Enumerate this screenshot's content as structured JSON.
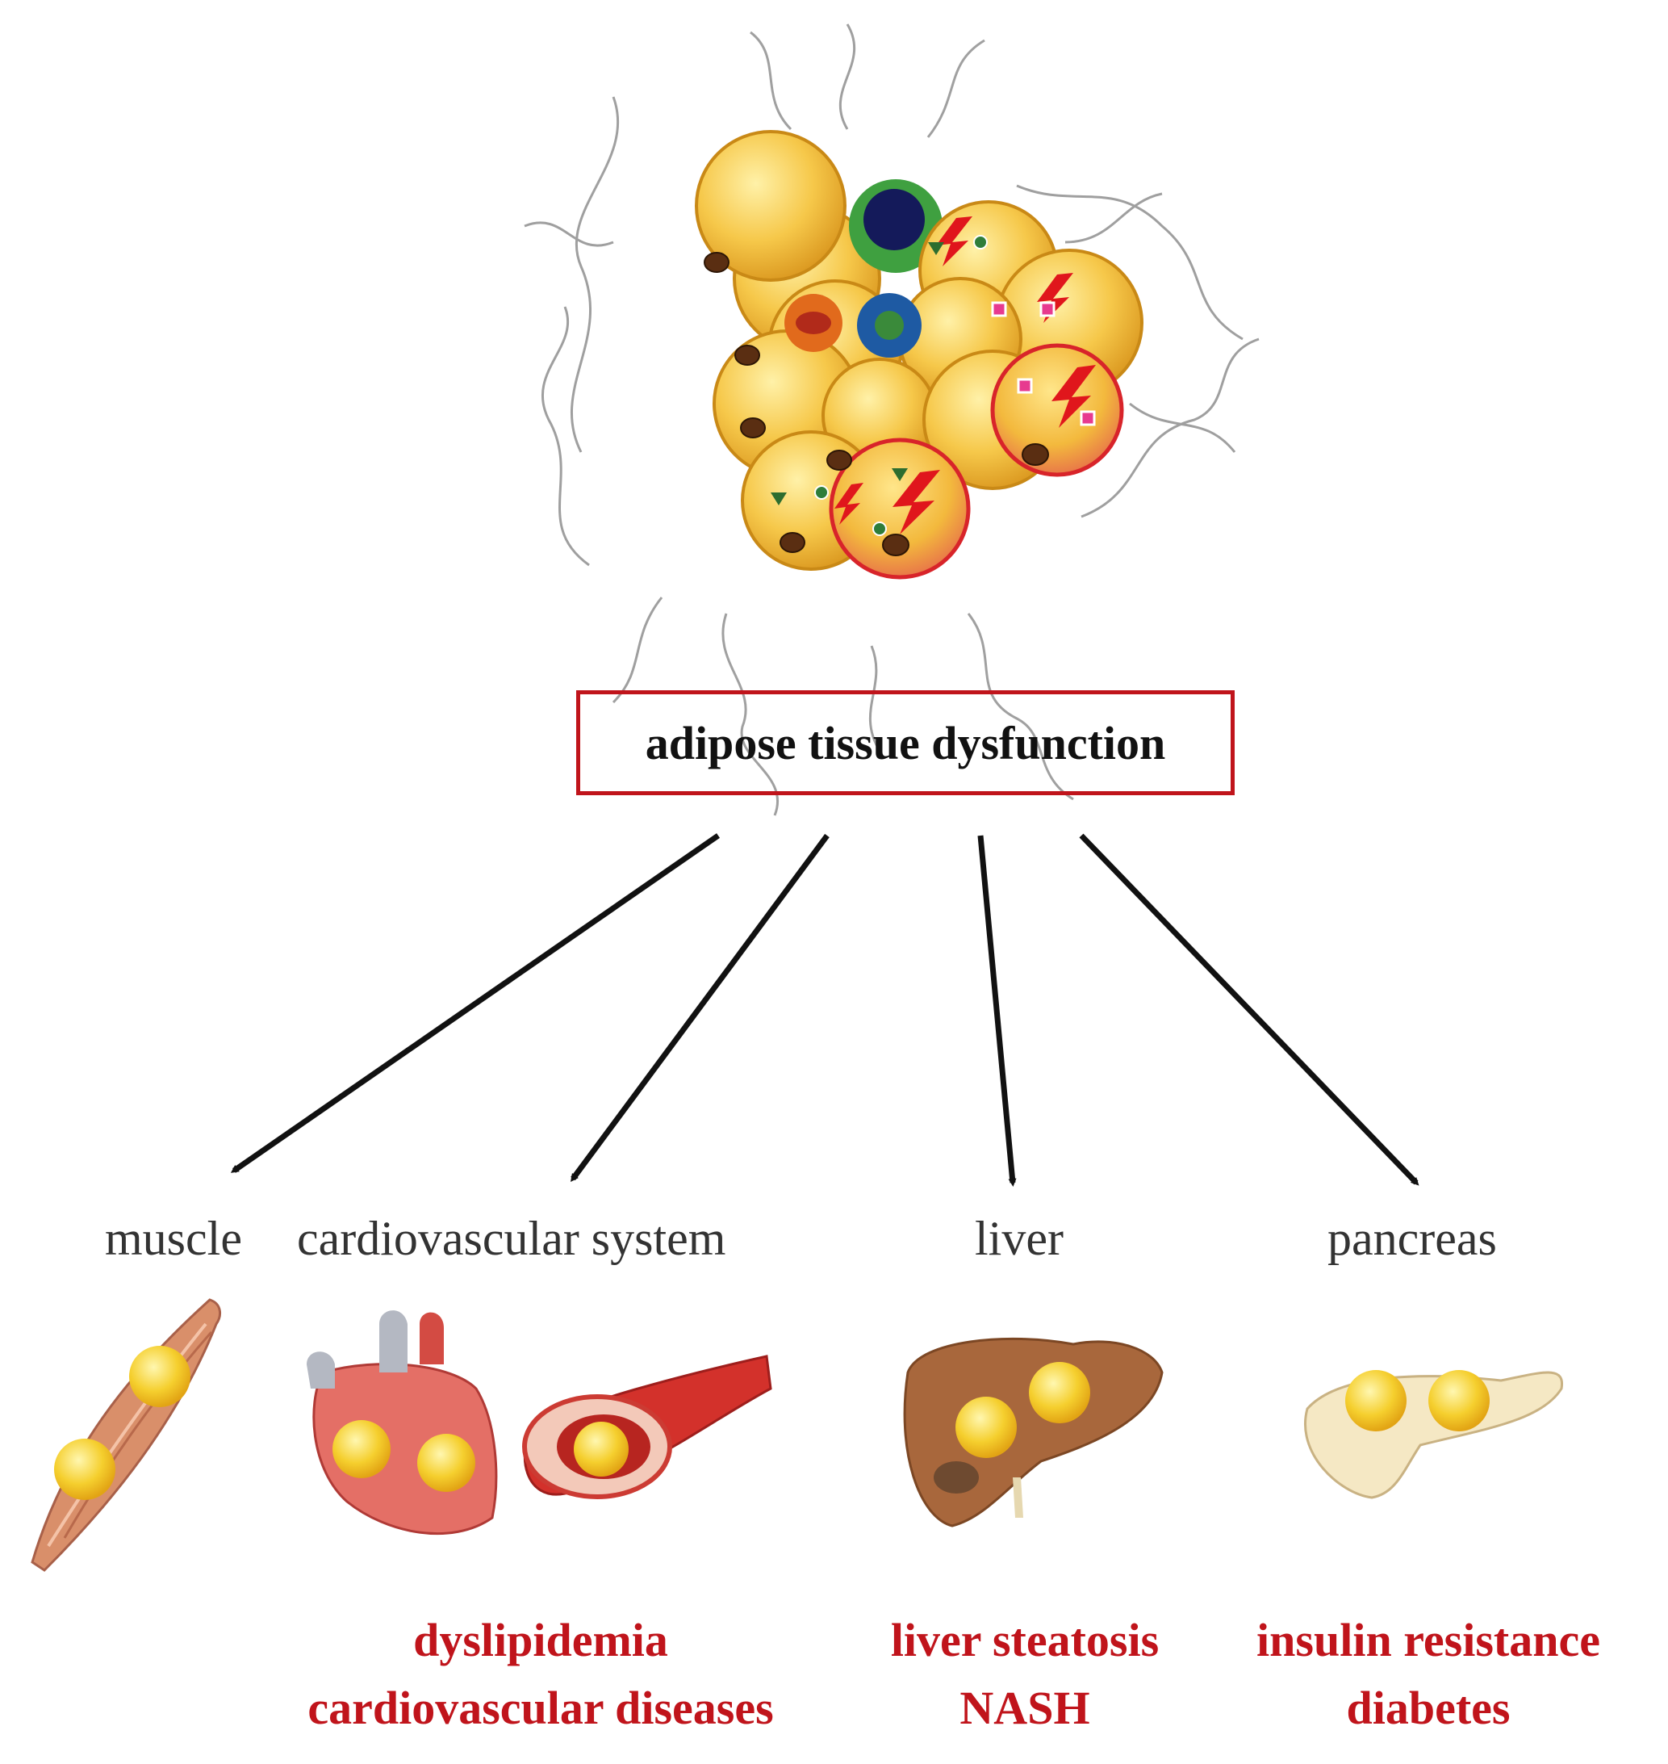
{
  "title": "adipose tissue dysfunction",
  "organs": {
    "muscle": "muscle",
    "cardio": "cardiovascular system",
    "liver": "liver",
    "pancreas": "pancreas"
  },
  "diseases": {
    "cardio": [
      "dyslipidemia",
      "cardiovascular diseases"
    ],
    "liver": [
      "liver steatosis",
      "NASH"
    ],
    "pancreas": [
      "insulin resistance",
      "diabetes"
    ]
  },
  "colors": {
    "accent_red": "#c0141b",
    "fat_yellow": "#f2c13a",
    "arrow": "#111111"
  },
  "icons": [
    "adipose-tissue-icon",
    "muscle-icon",
    "heart-icon",
    "artery-icon",
    "liver-icon",
    "pancreas-icon"
  ]
}
